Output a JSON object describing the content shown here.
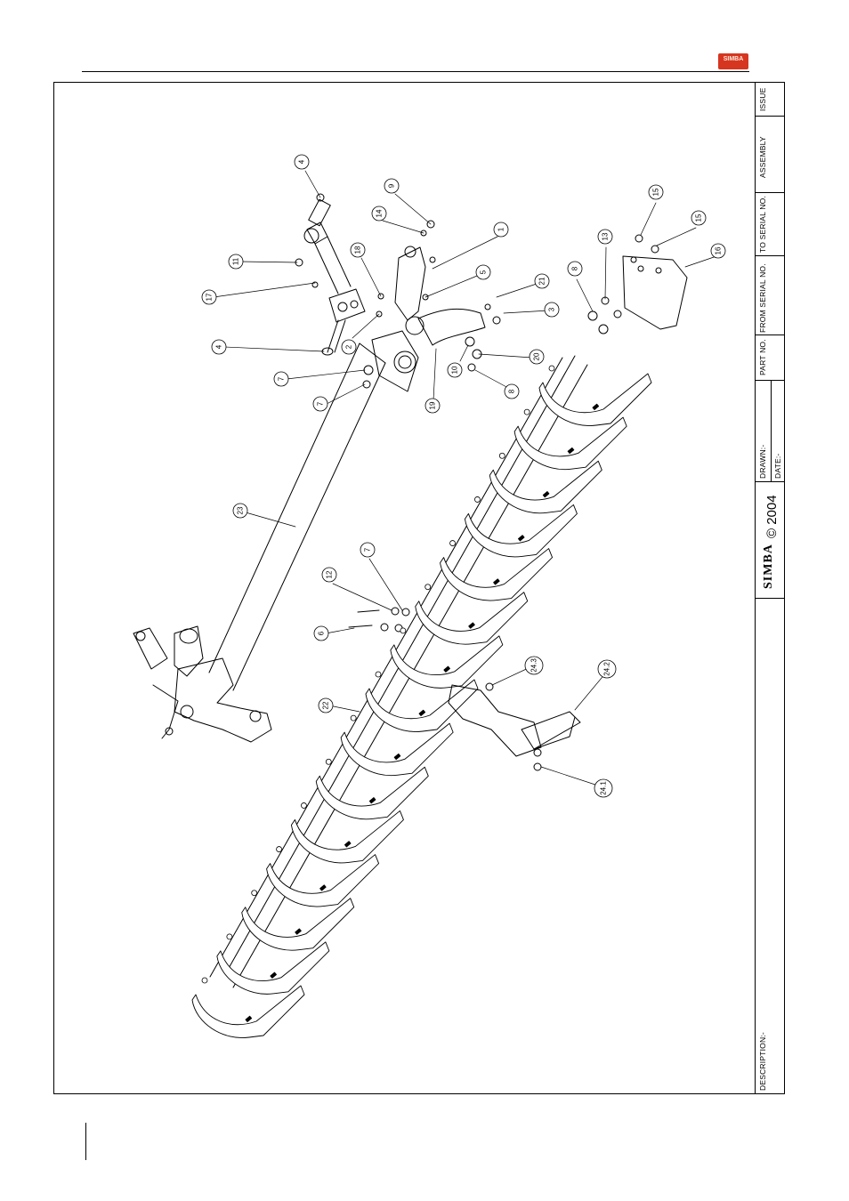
{
  "header": {
    "logo_text": "SIMBA"
  },
  "title_block": {
    "issue_label": "ISSUE",
    "assembly_label": "ASSEMBLY",
    "to_serial_label": "TO SERIAL NO.",
    "from_serial_label": "FROM SERIAL NO.",
    "part_no_label": "PART NO.",
    "drawn_label": "DRAWN:-",
    "date_label": "DATE:-",
    "copyright_text": "© 2004",
    "brand_text": "SIMBA",
    "description_label": "DESCRIPTION:-"
  },
  "callouts": [
    {
      "label": "4"
    },
    {
      "label": "9"
    },
    {
      "label": "14"
    },
    {
      "label": "18"
    },
    {
      "label": "1"
    },
    {
      "label": "11"
    },
    {
      "label": "17"
    },
    {
      "label": "5"
    },
    {
      "label": "21"
    },
    {
      "label": "2"
    },
    {
      "label": "3"
    },
    {
      "label": "4"
    },
    {
      "label": "7"
    },
    {
      "label": "7"
    },
    {
      "label": "19"
    },
    {
      "label": "10"
    },
    {
      "label": "20"
    },
    {
      "label": "8"
    },
    {
      "label": "13"
    },
    {
      "label": "8"
    },
    {
      "label": "15"
    },
    {
      "label": "15"
    },
    {
      "label": "16"
    },
    {
      "label": "23"
    },
    {
      "label": "12"
    },
    {
      "label": "7"
    },
    {
      "label": "6"
    },
    {
      "label": "22"
    },
    {
      "label": "24.3"
    },
    {
      "label": "24.2"
    },
    {
      "label": "24.1"
    }
  ]
}
